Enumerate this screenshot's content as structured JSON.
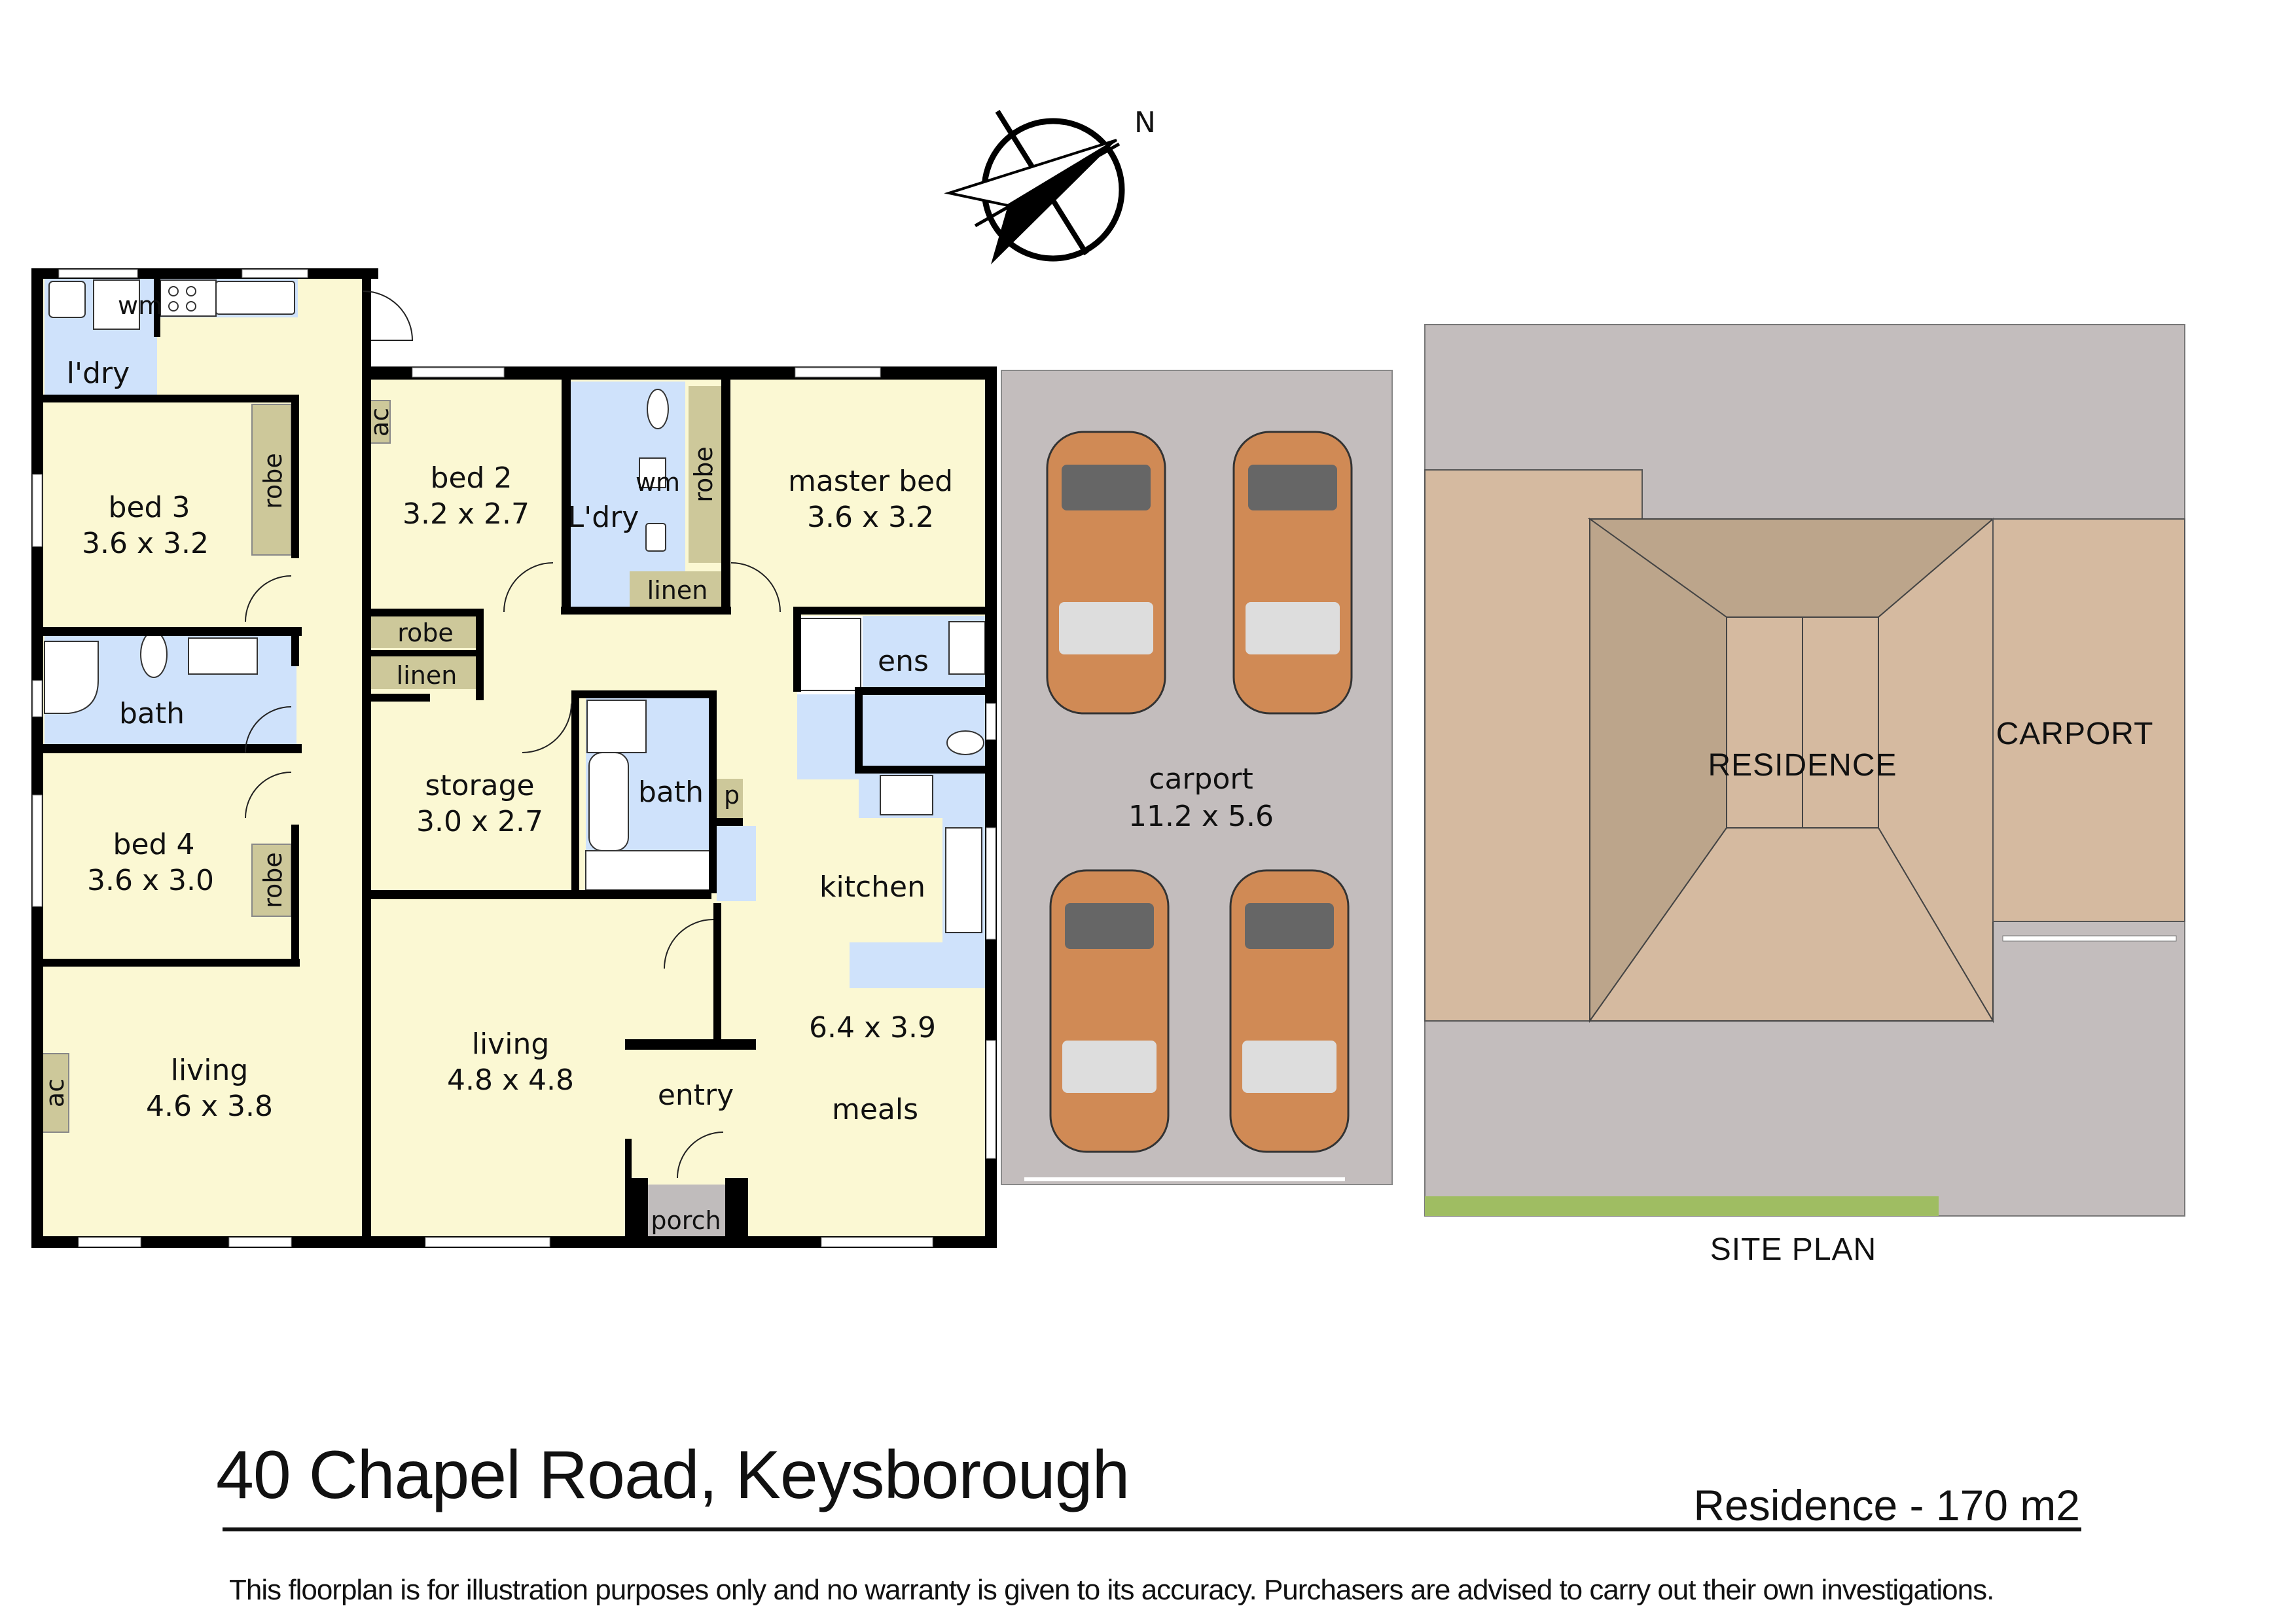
{
  "compass": {
    "north_label": "N"
  },
  "rooms": {
    "laundry_left": {
      "name": "l'dry",
      "appliance": "wm"
    },
    "bed3": {
      "name": "bed 3",
      "dim": "3.6 x 3.2",
      "robe": "robe"
    },
    "bath_left": {
      "name": "bath"
    },
    "bed4": {
      "name": "bed 4",
      "dim": "3.6 x 3.0",
      "robe": "robe"
    },
    "living_left": {
      "name": "living",
      "dim": "4.6 x 3.8",
      "ac": "ac"
    },
    "bed2": {
      "name": "bed 2",
      "dim": "3.2 x 2.7",
      "ac": "ac"
    },
    "robe_hall": {
      "name": "robe"
    },
    "linen_hall": {
      "name": "linen"
    },
    "laundry_mid": {
      "name": "L'dry",
      "appliance": "wm"
    },
    "robe_master": {
      "name": "robe"
    },
    "linen_mid": {
      "name": "linen"
    },
    "master_bed": {
      "name": "master bed",
      "dim": "3.6 x 3.2"
    },
    "ensuite": {
      "name": "ens"
    },
    "storage": {
      "name": "storage",
      "dim": "3.0 x 2.7"
    },
    "bath_mid": {
      "name": "bath"
    },
    "pantry": {
      "name": "p"
    },
    "kitchen": {
      "name": "kitchen",
      "dim": "6.4 x 3.9"
    },
    "meals": {
      "name": "meals"
    },
    "living_mid": {
      "name": "living",
      "dim": "4.8 x 4.8"
    },
    "entry": {
      "name": "entry"
    },
    "porch": {
      "name": "porch"
    },
    "carport": {
      "name": "carport",
      "dim": "11.2 x 5.6"
    }
  },
  "site_plan": {
    "title": "SITE PLAN",
    "residence_label": "RESIDENCE",
    "carport_label": "CARPORT"
  },
  "footer": {
    "address": "40 Chapel Road, Keysborough",
    "area": "Residence - 170 m2",
    "disclaimer": "This floorplan is for illustration purposes only and no warranty is given to its accuracy. Purchasers are advised to carry out their own investigations."
  },
  "colors": {
    "room_fill": "#fbf8d3",
    "wet_fill": "#cfe2fb",
    "robe_fill": "#cdc89a",
    "wall": "#000000",
    "carport_fill": "#c3bdbd",
    "car_body": "#d08a55",
    "site_ground": "#c3bdbd",
    "site_roof_light": "#d5baa0",
    "site_roof_dark": "#bca58b",
    "site_grass": "#9fbd62",
    "porch_fill": "#c0bcbc"
  }
}
